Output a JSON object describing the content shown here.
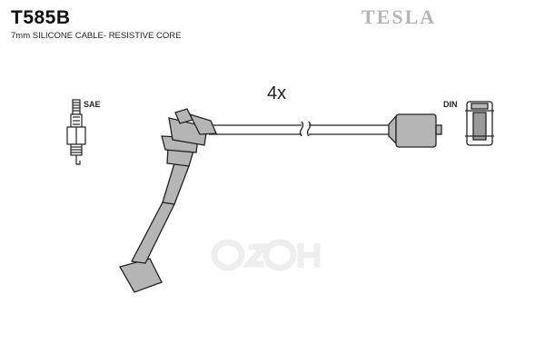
{
  "header": {
    "part_number": "T585B",
    "description": "7mm SILICONE CABLE- RESISTIVE CORE",
    "brand": "TESLA"
  },
  "diagram": {
    "quantity": "4x",
    "spark_plug_label": "SAE",
    "distributor_label": "DIN"
  },
  "watermark": {
    "text": "ОЗОН"
  }
}
